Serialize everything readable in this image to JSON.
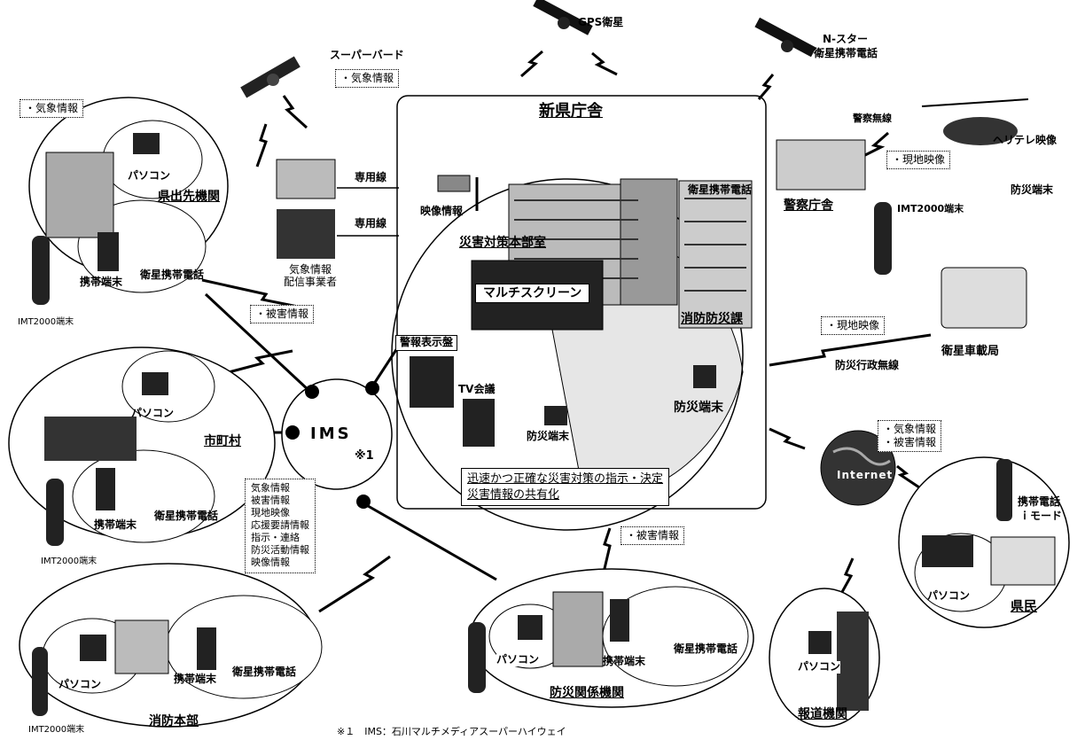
{
  "satellites": {
    "gps": "GPS衛星",
    "nstar_line1": "N-スター",
    "nstar_line2": "衛星携帯電話",
    "superbird": "スーパーバード"
  },
  "callouts": {
    "weather_top": "・気象情報",
    "weather_left": "・気象情報",
    "damage_left": "・被害情報",
    "local_video_police": "・現地映像",
    "local_video_vehicle": "・現地映像",
    "internet_info": [
      "・気象情報",
      "・被害情報"
    ],
    "damage_bottom": "・被害情報"
  },
  "hq": {
    "title": "新県庁舎",
    "video_info": "映像情報",
    "satphone": "衛星携帯電話",
    "disaster_hq_room": "災害対策本部室",
    "multiscreen": "マルチスクリーン",
    "fire_dept_section": "消防防災課",
    "warning_panel": "警報表示盤",
    "tv_conference": "TV会議",
    "terminal_center": "防災端末",
    "terminal_right": "防災端末",
    "caption_line1": "迅速かつ正確な災害対策の指示・決定",
    "caption_line2": "災害情報の共有化"
  },
  "dedicated_line_1": "専用線",
  "dedicated_line_2": "専用線",
  "weather_provider": [
    "気象情報",
    "配信事業者"
  ],
  "prefecture_office": {
    "name": "県出先機関",
    "pc": "パソコン",
    "mobile": "携帯端末",
    "satphone": "衛星携帯電話",
    "imt": "IMT2000端末"
  },
  "municipality": {
    "name": "市町村",
    "pc": "パソコン",
    "mobile": "携帯端末",
    "satphone": "衛星携帯電話",
    "imt": "IMT2000端末"
  },
  "fire_hq": {
    "name": "消防本部",
    "pc": "パソコン",
    "mobile": "携帯端末",
    "satphone": "衛星携帯電話",
    "imt": "IMT2000端末"
  },
  "related_orgs": {
    "name": "防災関係機関",
    "pc": "パソコン",
    "mobile": "携帯端末",
    "satphone": "衛星携帯電話"
  },
  "ims": {
    "label": "IMS",
    "note_mark": "※1"
  },
  "info_list": [
    "気象情報",
    "被害情報",
    "現地映像",
    "応援要請情報",
    "指示・連絡",
    "防災活動情報",
    "映像情報"
  ],
  "police": {
    "name": "警察庁舎",
    "radio": "警察無線",
    "heli": "ヘリテレ映像",
    "terminal": "防災端末",
    "imt": "IMT2000端末"
  },
  "vehicle": {
    "name": "衛星車載局",
    "radio": "防災行政無線"
  },
  "internet": "Internet",
  "residents": {
    "name": "県民",
    "phone_line1": "携帯電話",
    "phone_line2": "ｉモード",
    "pc": "パソコン"
  },
  "press": {
    "name": "報道機関",
    "pc": "パソコン"
  },
  "footnote": "※１　IMS：石川マルチメディアスーパーハイウェイ"
}
